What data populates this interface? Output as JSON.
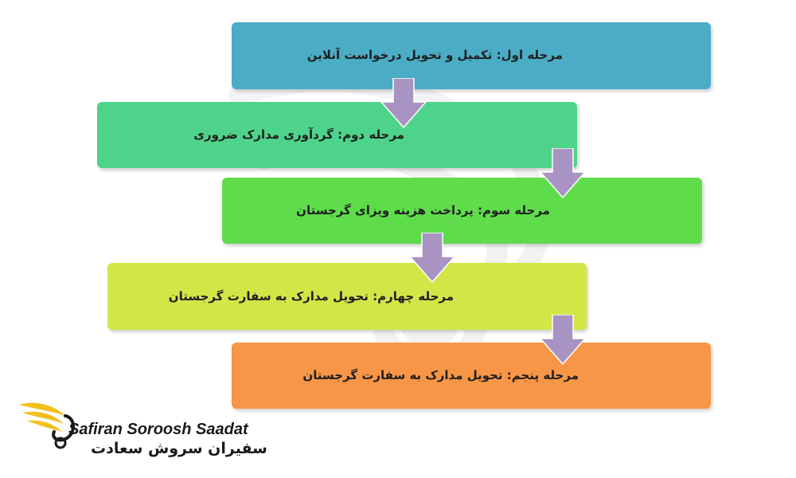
{
  "steps": [
    {
      "label": "مرحله اول: تکمیل و تحویل درخواست آنلاین",
      "color": "#4bacc6"
    },
    {
      "label": "مرحله دوم: گردآوری مدارک ضروری",
      "color": "#4ed48a"
    },
    {
      "label": "مرحله سوم: پرداخت هزینه ویزای گرجستان",
      "color": "#5fdc4a"
    },
    {
      "label": "مرحله چهارم: تحویل مدارک به سفارت گرجستان",
      "color": "#d2e647"
    },
    {
      "label": "مرحله پنجم: تحویل مدارک به سفارت گرجستان",
      "color": "#f79646"
    }
  ],
  "arrow_color": "#a993c2",
  "logo": {
    "latin_name": "Safiran Soroosh Saadat",
    "farsi_name": "سفیران سروش سعادت",
    "accent_color": "#f2c01e"
  }
}
